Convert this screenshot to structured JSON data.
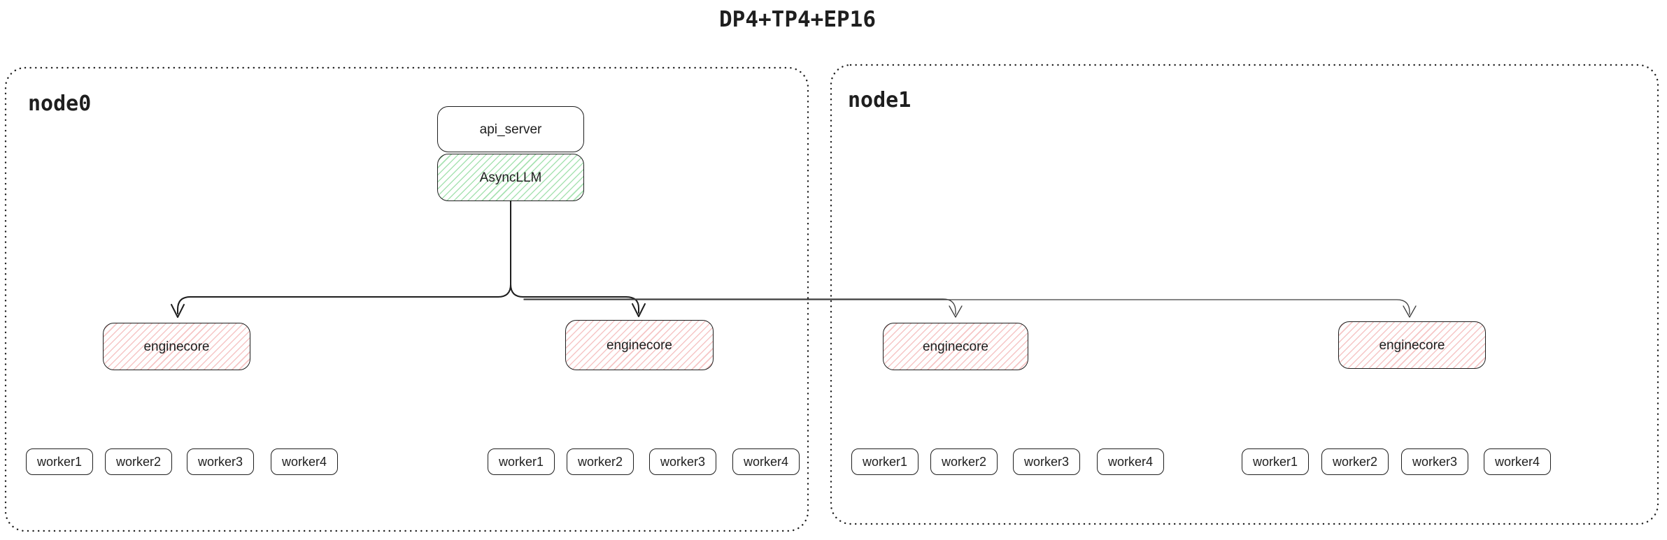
{
  "diagram": {
    "title": "DP4+TP4+EP16",
    "colors": {
      "stroke": "#1e1e1e",
      "thin_arrow": "#3d3d3d",
      "green_hatch_line": "#40c057",
      "red_hatch_line": "#e03131"
    },
    "node0": {
      "label": "node0",
      "api_server": {
        "label": "api_server"
      },
      "async_llm": {
        "label": "AsyncLLM"
      },
      "enginecores": [
        {
          "label": "enginecore"
        },
        {
          "label": "enginecore"
        }
      ],
      "worker_groups": [
        {
          "workers": [
            "worker1",
            "worker2",
            "worker3",
            "worker4"
          ]
        },
        {
          "workers": [
            "worker1",
            "worker2",
            "worker3",
            "worker4"
          ]
        }
      ]
    },
    "node1": {
      "label": "node1",
      "enginecores": [
        {
          "label": "enginecore"
        },
        {
          "label": "enginecore"
        }
      ],
      "worker_groups": [
        {
          "workers": [
            "worker1",
            "worker2",
            "worker3",
            "worker4"
          ]
        },
        {
          "workers": [
            "worker1",
            "worker2",
            "worker3",
            "worker4"
          ]
        }
      ]
    }
  }
}
